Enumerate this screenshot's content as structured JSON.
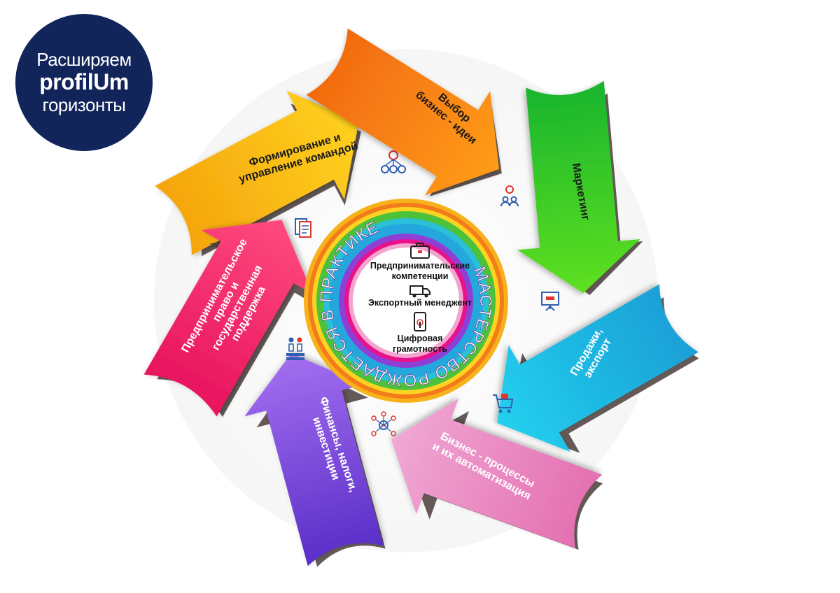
{
  "badge": {
    "line1": "Расширяем",
    "line2": "profilUm",
    "line3": "горизонты"
  },
  "ring_text": "МАСТЕРСТВО РОЖДАЕТСЯ В ПРАКТИКЕ",
  "center_items": [
    {
      "icon": "briefcase-icon",
      "lines": [
        "Предпринимательские",
        "компетенции"
      ]
    },
    {
      "icon": "truck-icon",
      "lines": [
        "Экспортный менеджент"
      ]
    },
    {
      "icon": "smartphone-icon",
      "lines": [
        "Цифровая",
        "грамотность"
      ]
    }
  ],
  "segments": [
    {
      "name": "team",
      "lines": [
        "Формирование и",
        "управление командой"
      ],
      "color": "#f5a40c",
      "color2": "#ffd21f",
      "icon": "team-network-icon"
    },
    {
      "name": "idea",
      "lines": [
        "Выбор",
        "бизнес - идеи"
      ],
      "color": "#f26a10",
      "color2": "#ff9c1a",
      "icon": "idea-people-icon"
    },
    {
      "name": "marketing",
      "lines": [
        "Маркетинг"
      ],
      "color": "#18b52e",
      "color2": "#5fe020",
      "icon": "presentation-board-icon"
    },
    {
      "name": "sales",
      "lines": [
        "Продажи,",
        "экспорт"
      ],
      "color": "#1b9fd6",
      "color2": "#22d0ee",
      "icon": "shopping-cart-icon"
    },
    {
      "name": "processes",
      "lines": [
        "Бизнес - процессы",
        "и их автоматизация"
      ],
      "color": "#e46fb1",
      "color2": "#f0a8d4",
      "icon": "network-nodes-icon"
    },
    {
      "name": "finance",
      "lines": [
        "Финансы, налоги,",
        "инвестиции"
      ],
      "color": "#5a2ec8",
      "color2": "#a36ff0",
      "icon": "people-stand-icon"
    },
    {
      "name": "law",
      "lines": [
        "Предпринимательское",
        "право и",
        "государственная",
        "поддержка"
      ],
      "color": "#e8125e",
      "color2": "#ff4a7e",
      "icon": "documents-icon"
    }
  ]
}
